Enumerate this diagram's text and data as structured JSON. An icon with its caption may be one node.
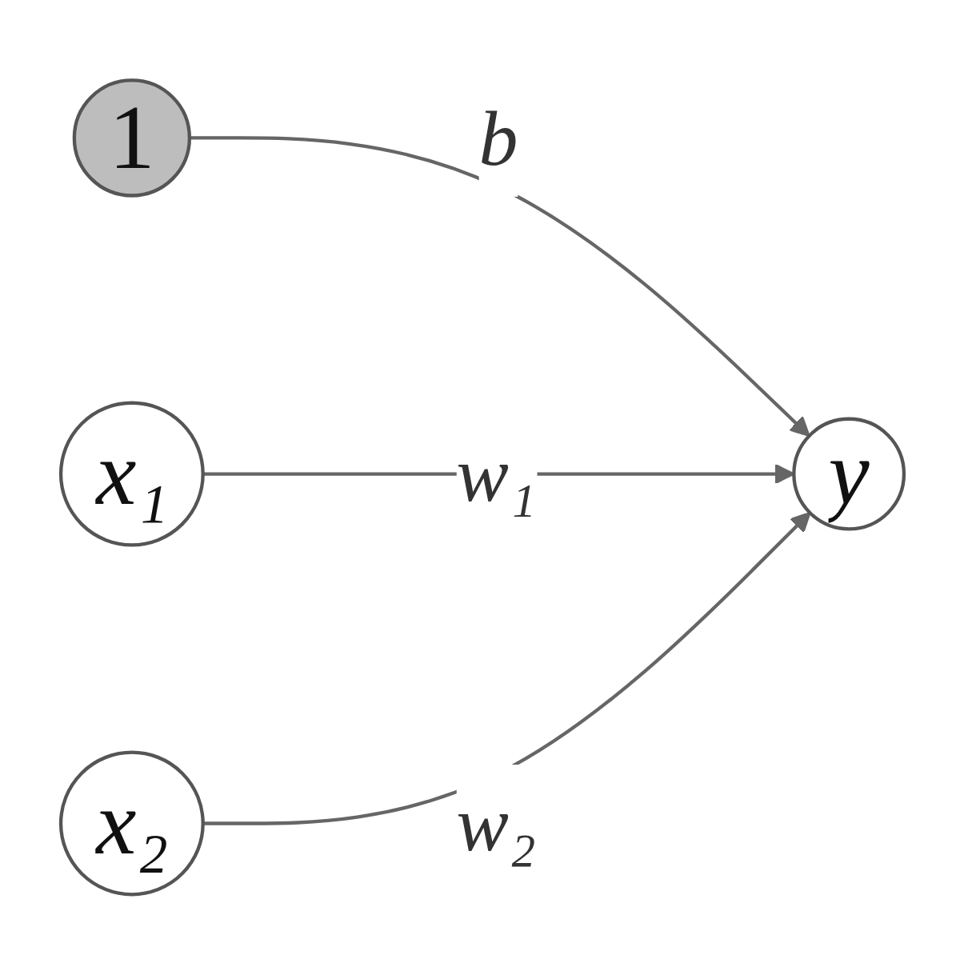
{
  "diagram": {
    "nodes": [
      {
        "text": [
          "1"
        ]
      },
      {
        "text": [
          "x₁"
        ]
      },
      {
        "text": [
          "y"
        ]
      },
      {
        "text": [
          "x₂"
        ]
      }
    ],
    "edges": [
      {
        "from": 0,
        "to": 2,
        "arrow": "to",
        "label": "b"
      },
      {
        "from": 1,
        "to": 2,
        "arrow": "to",
        "label": "w₁"
      },
      {
        "from": 3,
        "to": 2,
        "arrow": "to",
        "label": "w₂"
      }
    ]
  }
}
